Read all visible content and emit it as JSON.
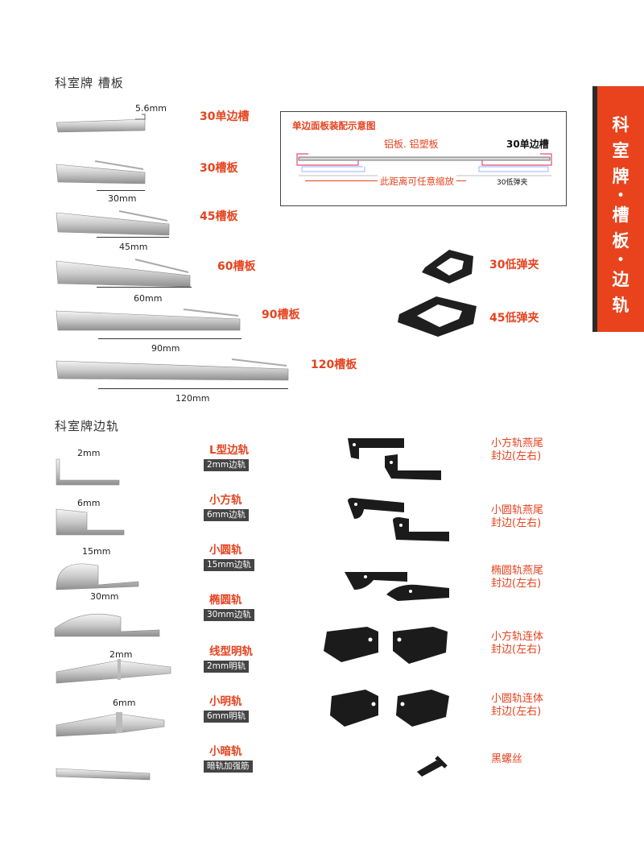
{
  "section1": {
    "title": "科室牌 槽板"
  },
  "section2": {
    "title": "科室牌边轨"
  },
  "side_tab": {
    "lines": [
      "科",
      "室",
      "牌",
      "•",
      "槽",
      "板",
      "•",
      "边",
      "轨"
    ]
  },
  "slots": [
    {
      "label": "30单边槽",
      "dim": "5.6mm"
    },
    {
      "label": "30槽板",
      "dim": "30mm"
    },
    {
      "label": "45槽板",
      "dim": "45mm"
    },
    {
      "label": "60槽板",
      "dim": "60mm"
    },
    {
      "label": "90槽板",
      "dim": "90mm"
    },
    {
      "label": "120槽板",
      "dim": "120mm"
    }
  ],
  "diagram": {
    "title": "单边面板装配示意图",
    "panel_label": "铝板. 铝塑板",
    "slot_label": "30单边槽",
    "distance_label": "此距离可任意缩放",
    "clip_label": "30低弹夹"
  },
  "clips": [
    {
      "label": "30低弹夹"
    },
    {
      "label": "45低弹夹"
    }
  ],
  "rails": [
    {
      "dim": "2mm",
      "title": "L型边轨",
      "badge": "2mm边轨"
    },
    {
      "dim": "6mm",
      "title": "小方轨",
      "badge": "6mm边轨"
    },
    {
      "dim": "15mm",
      "title": "小圆轨",
      "badge": "15mm边轨"
    },
    {
      "dim": "30mm",
      "title": "椭圆轨",
      "badge": "30mm边轨"
    },
    {
      "dim": "2mm",
      "title": "线型明轨",
      "badge": "2mm明轨"
    },
    {
      "dim": "6mm",
      "title": "小明轨",
      "badge": "6mm明轨"
    },
    {
      "dim": "",
      "title": "小暗轨",
      "badge": "暗轨加强筋"
    }
  ],
  "end_caps": [
    {
      "line1": "小方轨燕尾",
      "line2": "封边(左右)"
    },
    {
      "line1": "小圆轨燕尾",
      "line2": "封边(左右)"
    },
    {
      "line1": "椭圆轨燕尾",
      "line2": "封边(左右)"
    },
    {
      "line1": "小方轨连体",
      "line2": "封边(左右)"
    },
    {
      "line1": "小圆轨连体",
      "line2": "封边(左右)"
    },
    {
      "line1": "黑螺丝",
      "line2": ""
    }
  ],
  "colors": {
    "accent": "#e8431c",
    "label_red": "#e5431f",
    "badge_bg": "#444444"
  }
}
